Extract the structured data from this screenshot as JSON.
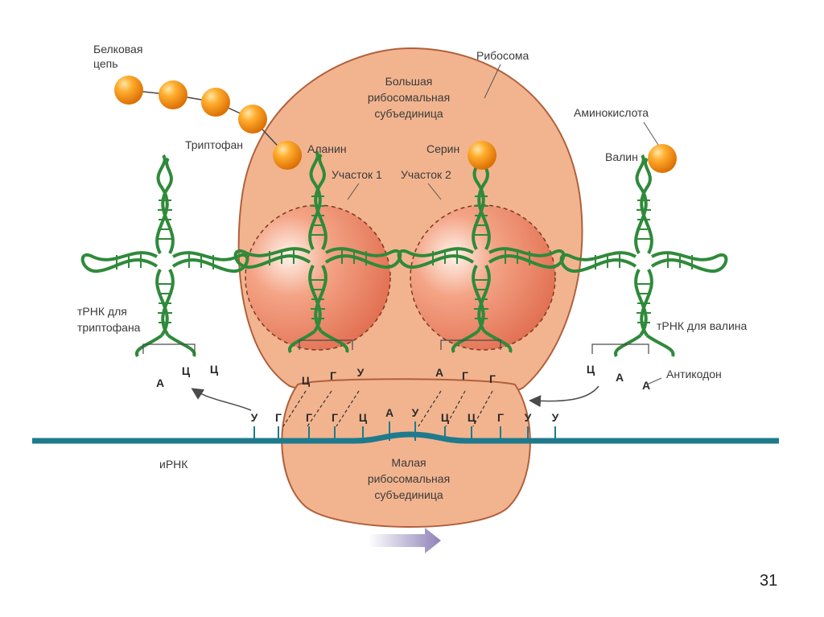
{
  "labels": {
    "protein_chain_line1": "Белковая",
    "protein_chain_line2": "цепь",
    "ribosome": "Рибосома",
    "large_subunit_line1": "Большая",
    "large_subunit_line2": "рибосомальная",
    "large_subunit_line3": "субъединица",
    "amino_acid": "Аминокислота",
    "tryptophan": "Триптофан",
    "alanine": "Аланин",
    "serine": "Серин",
    "valine": "Валин",
    "site1": "Участок 1",
    "site2": "Участок 2",
    "trna_trp_line1": "тРНК для",
    "trna_trp_line2": "триптофана",
    "trna_val": "тРНК для валина",
    "anticodon": "Антикодон",
    "mrna": "иРНК",
    "small_subunit_line1": "Малая",
    "small_subunit_line2": "рибосомальная",
    "small_subunit_line3": "субъединица"
  },
  "anticodons": {
    "trna_trp_free": [
      "А",
      "Ц",
      "Ц"
    ],
    "trna_ala_site1": [
      "Ц",
      "Г",
      "У"
    ],
    "trna_ser_site2": [
      "А",
      "Г",
      "Г"
    ],
    "trna_val_free": [
      "Ц",
      "А",
      "А"
    ]
  },
  "mrna_codons": [
    "У",
    "Г",
    "Г",
    "Г",
    "Ц",
    "А",
    "У",
    "Ц",
    "Ц",
    "Г",
    "У",
    "У"
  ],
  "page_number": "31",
  "colors": {
    "ribosome_fill": "#f2b48f",
    "ribosome_stroke": "#b0603c",
    "amino_acid": "#f08a10",
    "trna_green": "#2f8a3a",
    "mrna": "#1f7a8c",
    "arrow": "#9b8fc0"
  }
}
